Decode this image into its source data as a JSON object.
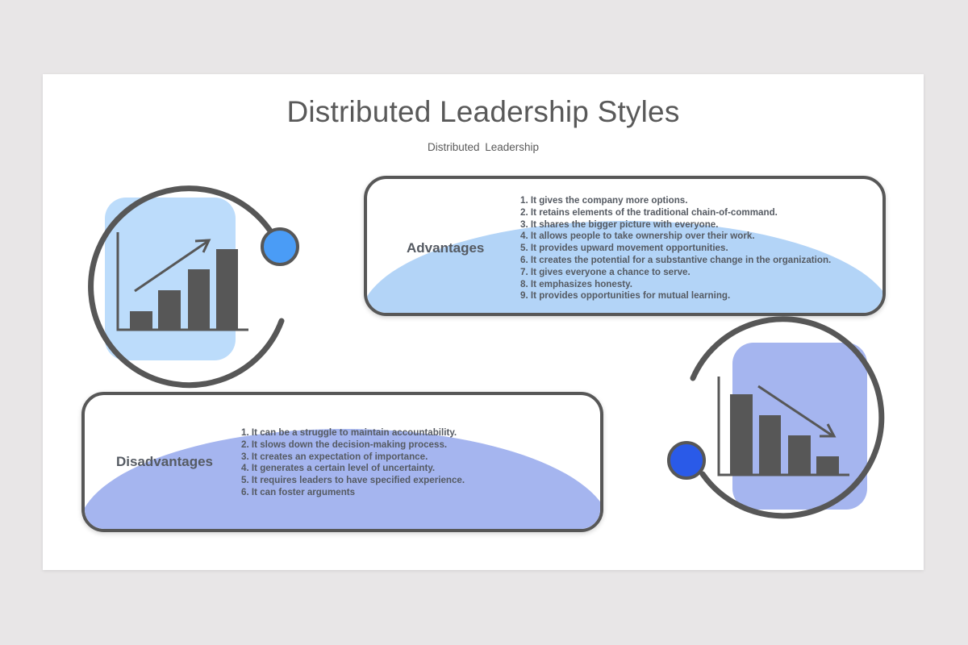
{
  "slide": {
    "title": "Distributed Leadership Styles",
    "subtitle": "Distributed  Leadership"
  },
  "advantages": {
    "label": "Advantages",
    "fill_color": "#b3d4f7",
    "items": [
      "1. It gives the company more options.",
      "2. It retains elements of the traditional chain-of-command.",
      "3. It shares the bigger picture with everyone.",
      "4. It allows people to take ownership over their work.",
      "5. It provides upward movement opportunities.",
      "6. It creates the potential for a substantive change in the organization.",
      "7. It gives everyone a chance to serve.",
      "8. It emphasizes honesty.",
      "9. It provides opportunities for mutual learning."
    ]
  },
  "disadvantages": {
    "label": "Disadvantages",
    "fill_color": "#a5b5ef",
    "items": [
      "1. It can be a struggle to maintain accountability.",
      "2. It slows down the decision-making process.",
      "3. It creates an expectation of importance.",
      "4. It generates a certain level of uncertainty.",
      "5. It requires leaders to have specified experience.",
      "6. It can foster arguments"
    ]
  },
  "icons": {
    "growth": {
      "name": "growth-chart-icon",
      "accent": "#4a9cf6",
      "panel": "#bcdcfb"
    },
    "decline": {
      "name": "decline-chart-icon",
      "accent": "#2a5ae8",
      "panel": "#a5b5ef"
    }
  },
  "colors": {
    "stroke": "#575757",
    "text": "#555a62",
    "background": "#e8e6e7",
    "slide": "#ffffff"
  }
}
